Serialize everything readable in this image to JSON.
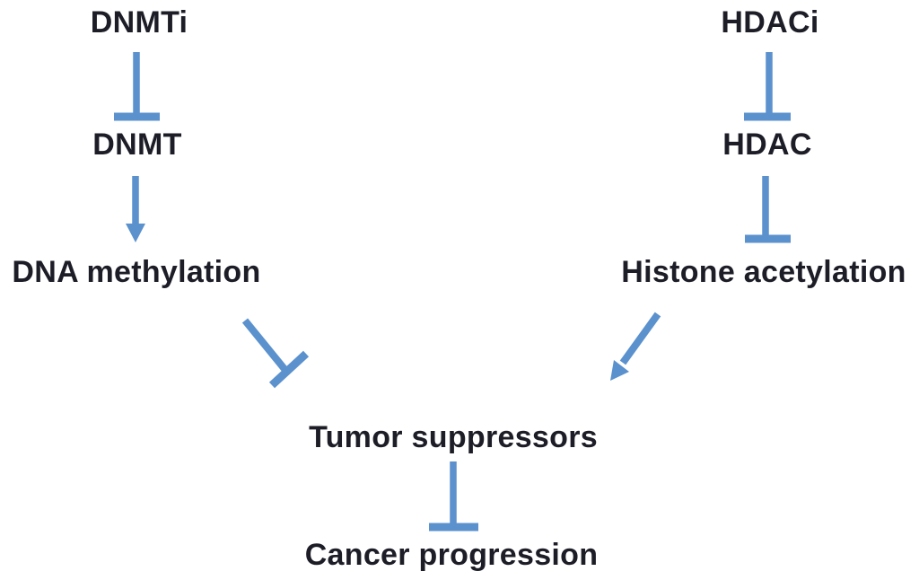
{
  "diagram": {
    "colors": {
      "arrow": "#5b91cd",
      "text": "#1d1d27",
      "background": "#ffffff"
    },
    "nodes": {
      "dnmti": {
        "label": "DNMTi"
      },
      "dnmt": {
        "label": "DNMT"
      },
      "dna_methylation": {
        "label": "DNA methylation"
      },
      "hdaci": {
        "label": "HDACi"
      },
      "hdac": {
        "label": "HDAC"
      },
      "histone_acetylation": {
        "label": "Histone acetylation"
      },
      "tumor_suppressors": {
        "label": "Tumor suppressors"
      },
      "cancer_progression": {
        "label": "Cancer progression"
      }
    },
    "edges": [
      {
        "from": "DNMTi",
        "to": "DNMT",
        "relation": "inhibits"
      },
      {
        "from": "DNMT",
        "to": "DNA methylation",
        "relation": "activates"
      },
      {
        "from": "DNA methylation",
        "to": "Tumor suppressors",
        "relation": "inhibits"
      },
      {
        "from": "HDACi",
        "to": "HDAC",
        "relation": "inhibits"
      },
      {
        "from": "HDAC",
        "to": "Histone acetylation",
        "relation": "inhibits"
      },
      {
        "from": "Histone acetylation",
        "to": "Tumor suppressors",
        "relation": "activates"
      },
      {
        "from": "Tumor suppressors",
        "to": "Cancer progression",
        "relation": "inhibits"
      }
    ]
  }
}
